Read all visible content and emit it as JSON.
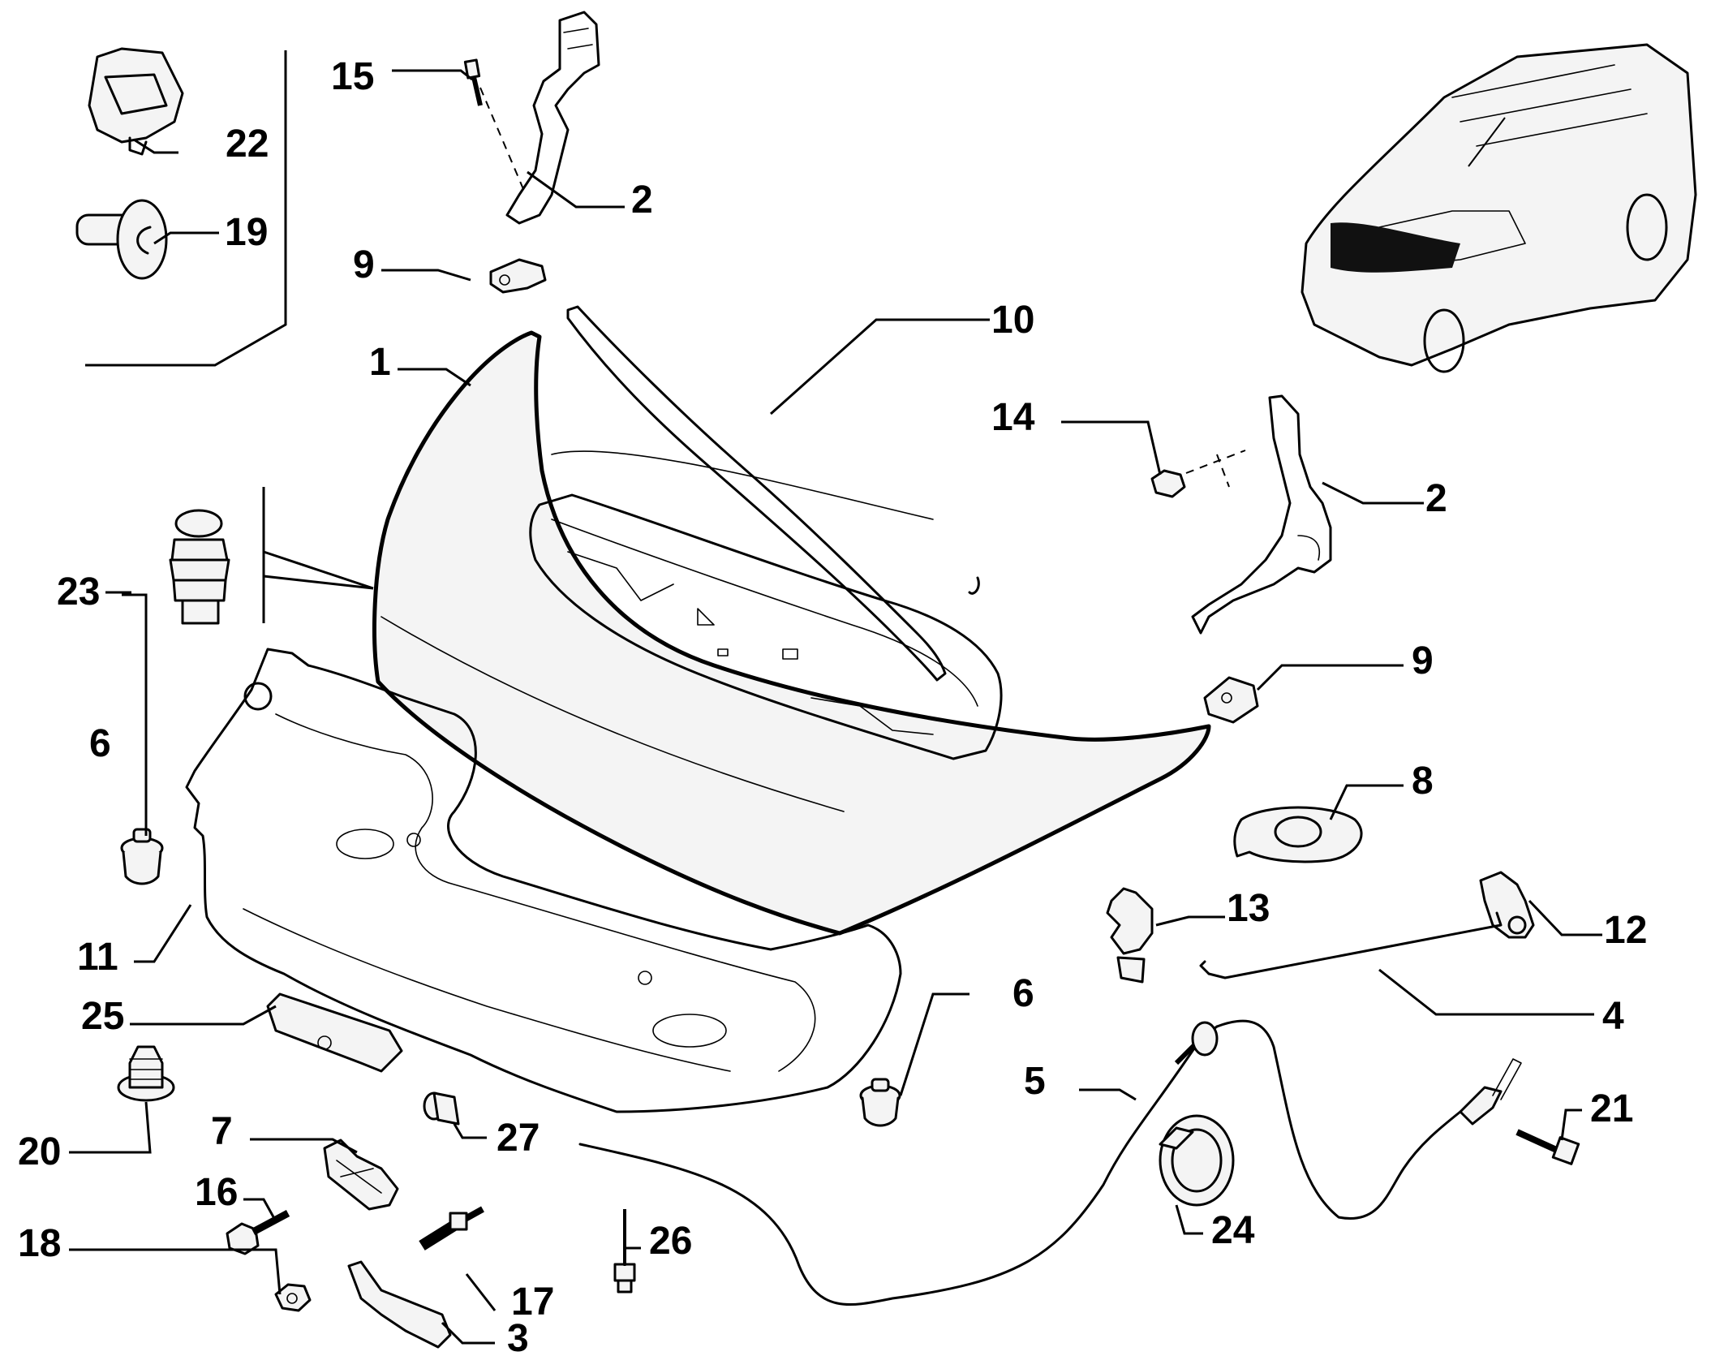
{
  "callouts": [
    {
      "id": "c1",
      "text": "1"
    },
    {
      "id": "c2a",
      "text": "2"
    },
    {
      "id": "c2b",
      "text": "2"
    },
    {
      "id": "c3",
      "text": "3"
    },
    {
      "id": "c4",
      "text": "4"
    },
    {
      "id": "c5",
      "text": "5"
    },
    {
      "id": "c6a",
      "text": "6"
    },
    {
      "id": "c6b",
      "text": "6"
    },
    {
      "id": "c7",
      "text": "7"
    },
    {
      "id": "c8",
      "text": "8"
    },
    {
      "id": "c9a",
      "text": "9"
    },
    {
      "id": "c9b",
      "text": "9"
    },
    {
      "id": "c10",
      "text": "10"
    },
    {
      "id": "c11",
      "text": "11"
    },
    {
      "id": "c12",
      "text": "12"
    },
    {
      "id": "c13",
      "text": "13"
    },
    {
      "id": "c14",
      "text": "14"
    },
    {
      "id": "c15",
      "text": "15"
    },
    {
      "id": "c16",
      "text": "16"
    },
    {
      "id": "c17",
      "text": "17"
    },
    {
      "id": "c18",
      "text": "18"
    },
    {
      "id": "c19",
      "text": "19"
    },
    {
      "id": "c20",
      "text": "20"
    },
    {
      "id": "c21",
      "text": "21"
    },
    {
      "id": "c22",
      "text": "22"
    },
    {
      "id": "c23",
      "text": "23"
    },
    {
      "id": "c24",
      "text": "24"
    },
    {
      "id": "c25",
      "text": "25"
    },
    {
      "id": "c26",
      "text": "26"
    },
    {
      "id": "c27",
      "text": "27"
    }
  ]
}
